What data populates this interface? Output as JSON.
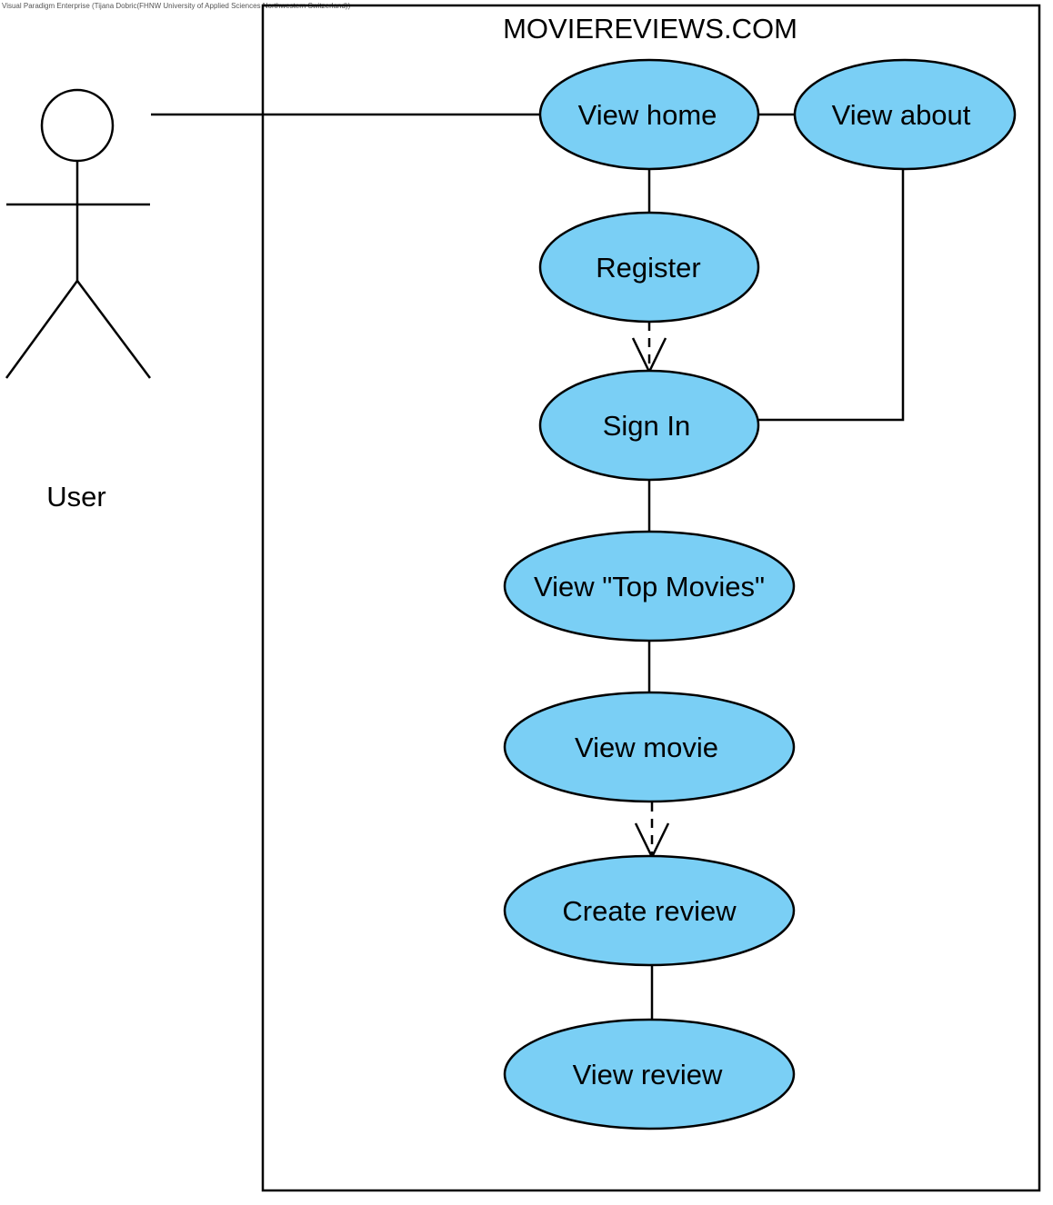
{
  "watermark": "Visual Paradigm Enterprise (Tijana Dobric(FHNW University of Applied Sciences Northwestern Switzerland))",
  "system": {
    "title": "MOVIEREVIEWS.COM"
  },
  "actor": {
    "label": "User"
  },
  "use_cases": {
    "view_home": "View home",
    "view_about": "View about",
    "register": "Register",
    "sign_in": "Sign In",
    "view_top_movies": "View \"Top Movies\"",
    "view_movie": "View movie",
    "create_review": "Create review",
    "view_review": "View review"
  },
  "colors": {
    "use_case_fill": "#7ACFF5",
    "stroke": "#000000",
    "background": "#FFFFFF"
  }
}
